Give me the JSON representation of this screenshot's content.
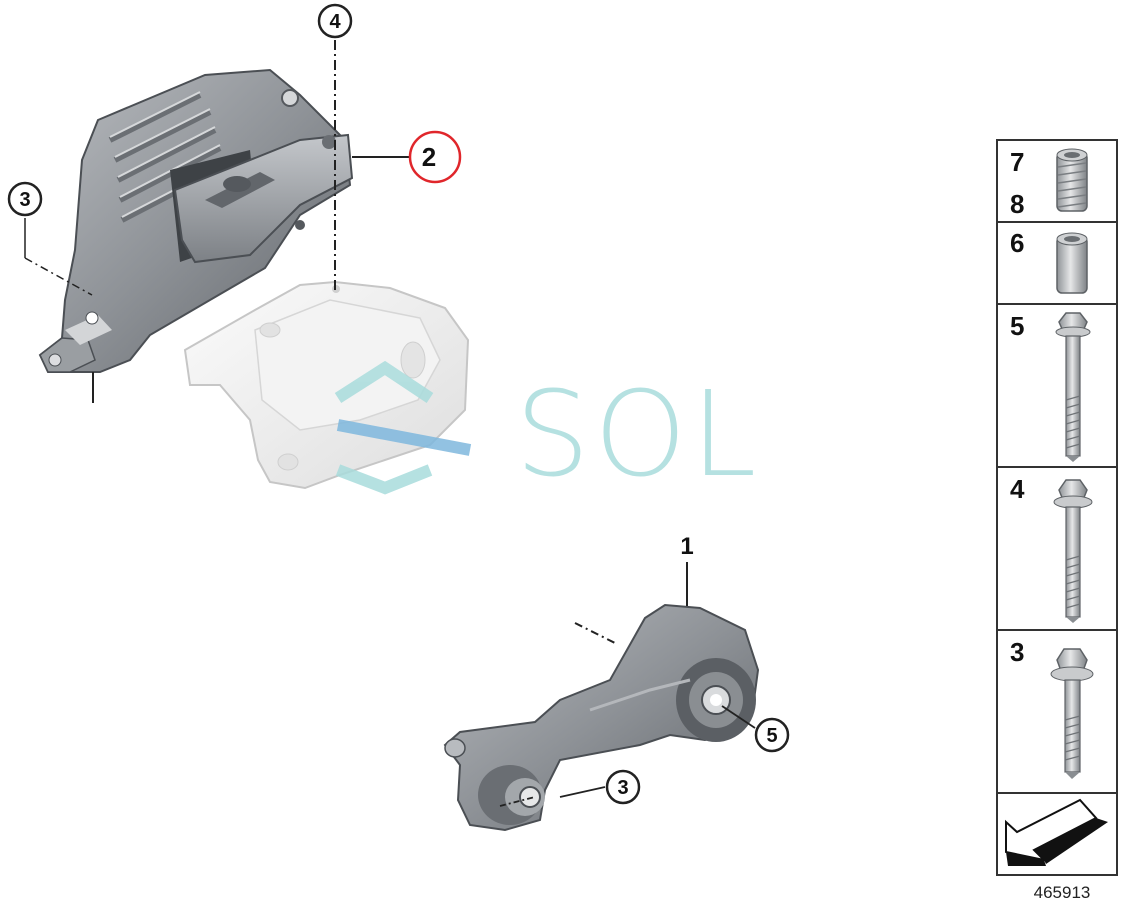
{
  "diagram": {
    "reference_number": "465913",
    "watermark_text": "SOL",
    "highlighted_callout": "2",
    "highlight_color": "#e0262b",
    "callouts": {
      "c4_top": "4",
      "c2": "2",
      "c3_left": "3",
      "c1": "1",
      "c5": "5",
      "c3_bottom": "3"
    },
    "legend": {
      "cell_1": {
        "labels": [
          "7",
          "8"
        ],
        "icon": "threaded-sleeve-icon"
      },
      "cell_2": {
        "labels": [
          "6"
        ],
        "icon": "sleeve-icon"
      },
      "cell_3": {
        "labels": [
          "5"
        ],
        "icon": "long-bolt-icon"
      },
      "cell_4": {
        "labels": [
          "4"
        ],
        "icon": "bolt-icon"
      },
      "cell_5": {
        "labels": [
          "3"
        ],
        "icon": "short-bolt-icon"
      },
      "cell_6": {
        "labels": [],
        "icon": "direction-arrow-icon"
      }
    }
  }
}
